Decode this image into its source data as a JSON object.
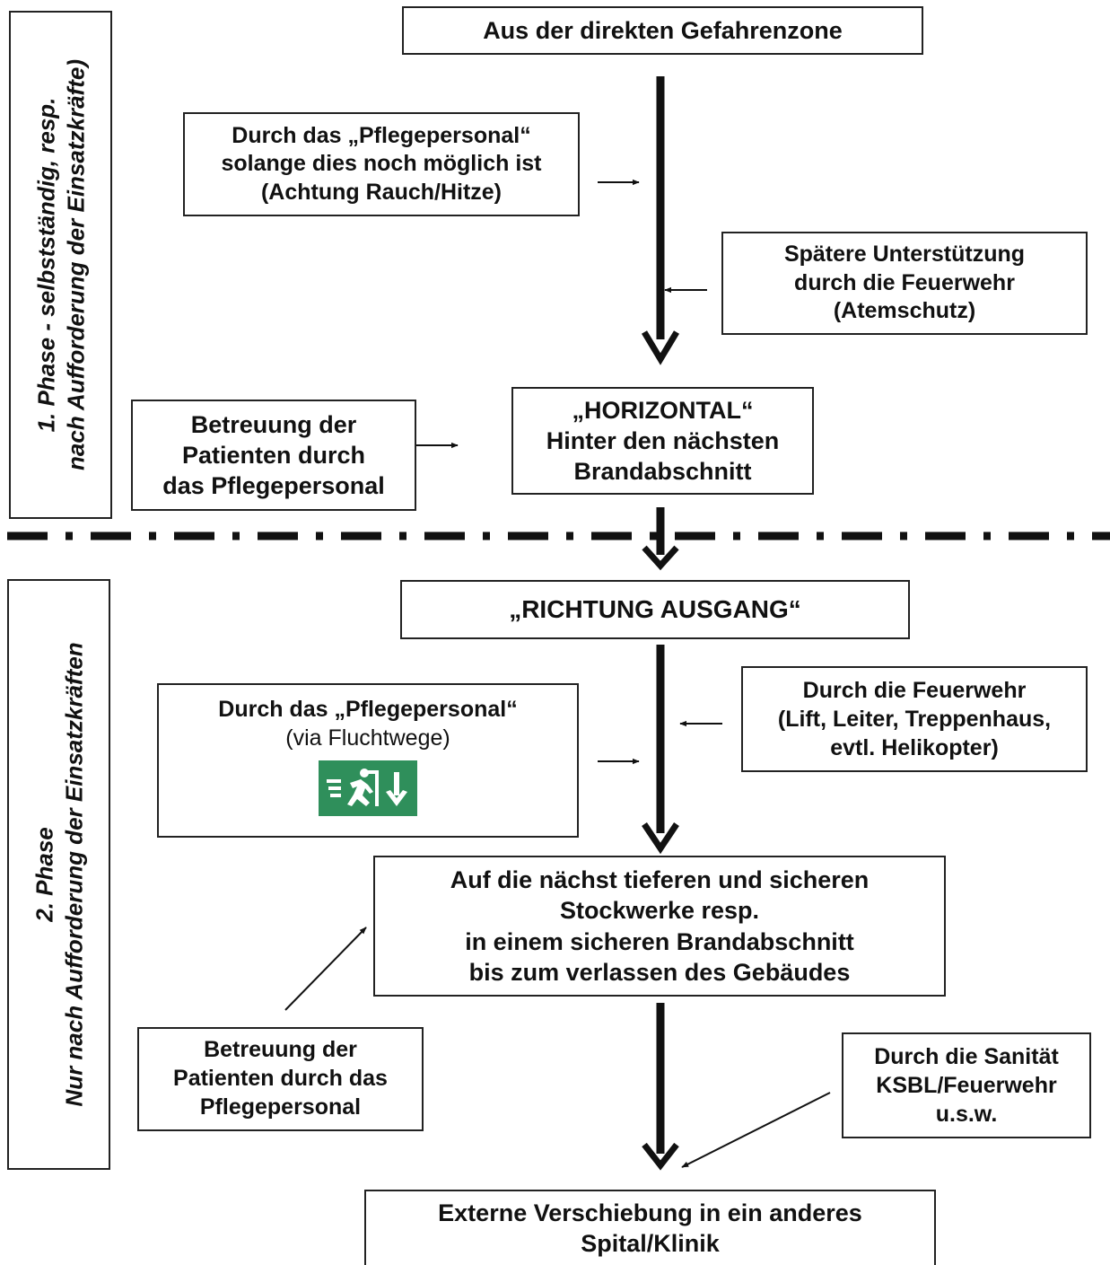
{
  "phase1": {
    "line1": "1. Phase - selbstständig, resp.",
    "line2": "nach Aufforderung der Einsatzkräfte)"
  },
  "phase2": {
    "line1": "2. Phase",
    "line2": "Nur nach Aufforderung der Einsatzkräften"
  },
  "boxes": {
    "top": [
      "Aus der direkten Gefahrenzone"
    ],
    "nursing1": [
      "Durch das „Pflegepersonal“",
      "solange dies noch möglich ist",
      "(Achtung Rauch/Hitze)"
    ],
    "firesupport": [
      "Spätere Unterstützung",
      "durch die Feuerwehr",
      "(Atemschutz)"
    ],
    "care1": [
      "Betreuung der",
      "Patienten durch",
      "das Pflegepersonal"
    ],
    "horizontal": [
      "„HORIZONTAL“",
      "Hinter den nächsten",
      "Brandabschnitt"
    ],
    "exit": [
      "„RICHTUNG AUSGANG“"
    ],
    "nursing2": [
      "Durch das „Pflegepersonal“",
      "(via Fluchtwege)"
    ],
    "firedept": [
      "Durch die Feuerwehr",
      "(Lift, Leiter, Treppenhaus,",
      "evtl. Helikopter)"
    ],
    "floors": [
      "Auf die nächst tieferen und sicheren",
      "Stockwerke resp.",
      "in einem sicheren Brandabschnitt",
      "bis zum verlassen des Gebäudes"
    ],
    "care2": [
      "Betreuung der",
      "Patienten durch das",
      "Pflegepersonal"
    ],
    "medical": [
      "Durch die Sanität",
      "KSBL/Feuerwehr",
      "u.s.w."
    ],
    "external": [
      "Externe Verschiebung in ein anderes",
      "Spital/Klinik"
    ]
  },
  "colors": {
    "line": "#111111",
    "exit_sign": "#2f8f5b"
  },
  "icons": {
    "exit_sign": "emergency-exit-running-man-arrow-down-icon"
  }
}
